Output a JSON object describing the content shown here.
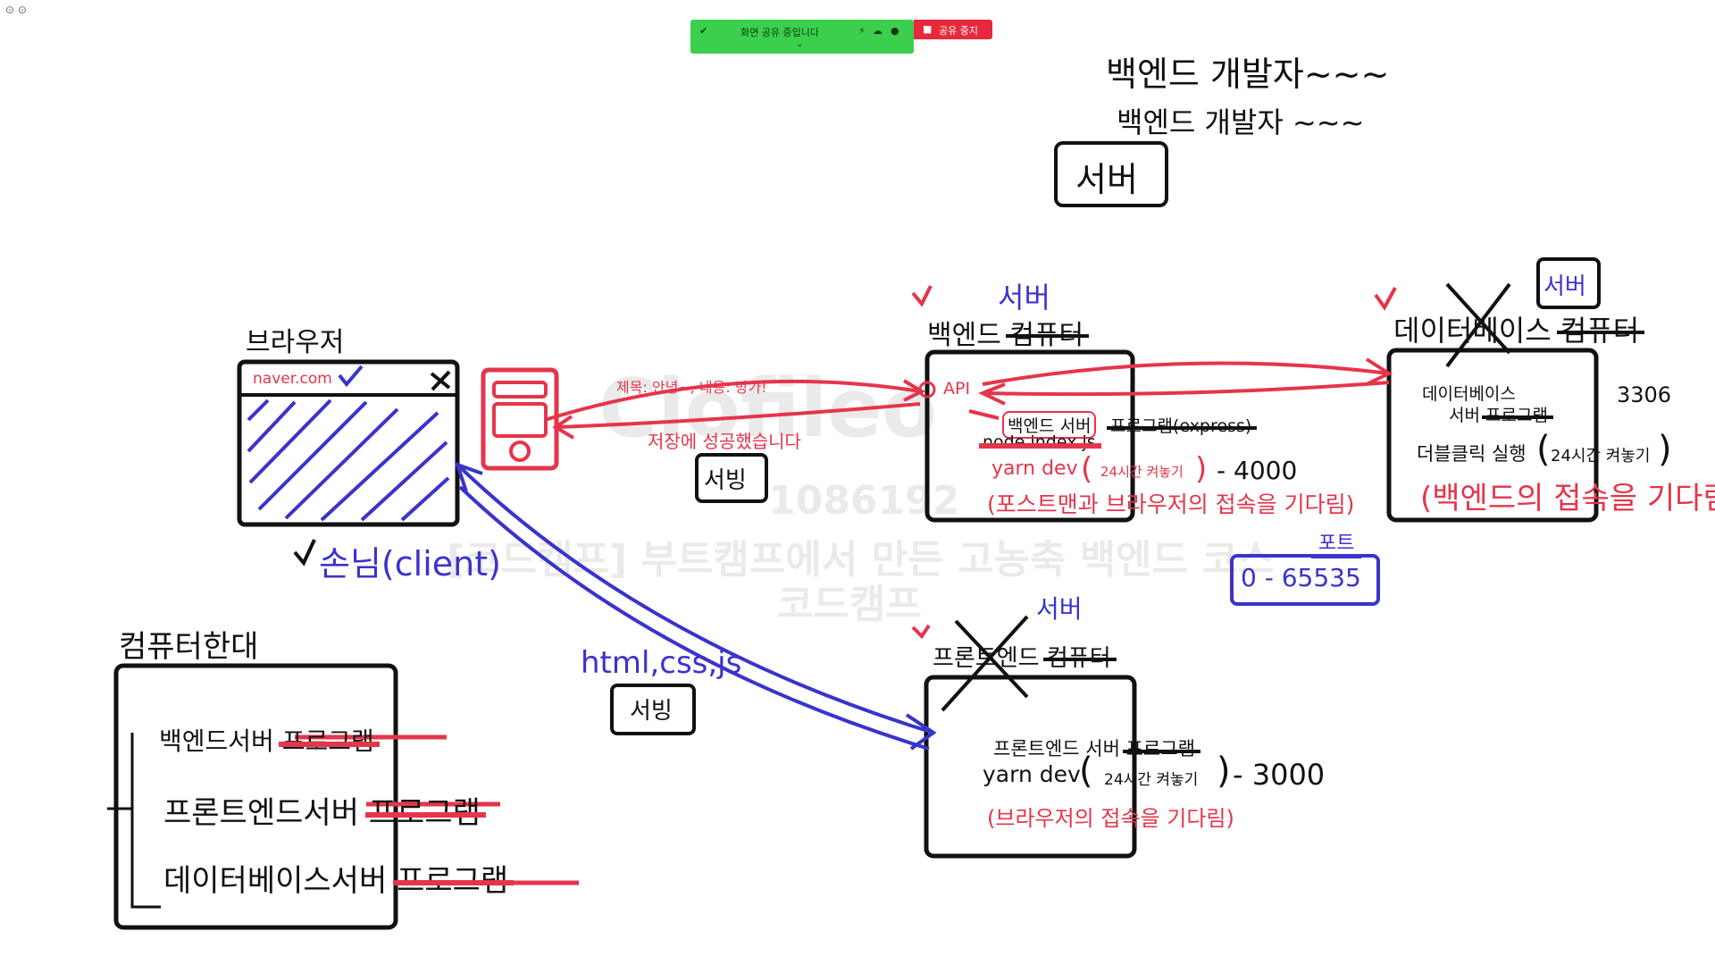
{
  "share_bar": {
    "status": "화면 공유 중입니다",
    "stop": "공유 중지"
  },
  "heading": {
    "line1": "백엔드 개발자~~~",
    "line2": "백엔드 개발자 ~~~",
    "server_box": "서버"
  },
  "browser": {
    "title": "브라우저",
    "url": "naver.com",
    "client_label": "손님(client)"
  },
  "form": {
    "request": "제목: 안녕~, 내용: 방가!",
    "response": "저장에 성공했습니다",
    "serving": "서빙"
  },
  "backend": {
    "server_label": "서버",
    "title": "백엔드",
    "title_struck": "컴퓨터",
    "api": "API",
    "program": "백엔드 서버",
    "program_struck": "프로그램(express)",
    "node_struck": "node index.js",
    "yarn": "yarn dev",
    "always_on": "24시간 켜놓기",
    "port": "- 4000",
    "waiting": "(포스트맨과 브라우저의 접속을 기다림)"
  },
  "ports": {
    "label": "포트",
    "range": "0 - 65535"
  },
  "database": {
    "server_label": "서버",
    "title": "데이터베이스",
    "title_struck": "컴퓨터",
    "line1": "데이터베이스",
    "line2": "서버",
    "line2_struck": "프로그램",
    "run": "더블클릭 실행",
    "always_on": "24시간 켜놓기",
    "port": "3306",
    "waiting": "(백엔드의 접속을 기다림)"
  },
  "frontend": {
    "server_label": "서버",
    "title": "프론트엔드",
    "title_struck": "컴퓨터",
    "program": "프론트엔드 서버",
    "program_struck": "프로그램",
    "yarn": "yarn dev",
    "always_on": "24시간 켜놓기",
    "port": "- 3000",
    "waiting": "(브라우저의 접속을 기다림)"
  },
  "transfer": {
    "files": "html,css,js",
    "serving": "서빙"
  },
  "one_computer": {
    "title": "컴퓨터한대",
    "items": [
      {
        "label": "백엔드서버",
        "struck": "프로그램"
      },
      {
        "label": "프론트엔드서버",
        "struck": "프로그램"
      },
      {
        "label": "데이터베이스서버",
        "struck": "프로그램"
      }
    ]
  },
  "watermark": {
    "code": "1086192",
    "course": "[코드캠프] 부트캠프에서 만든 고농축 백엔드 코스",
    "brand": "코드캠프"
  },
  "colors": {
    "ink_black": "#111111",
    "ink_red": "#e5354b",
    "ink_blue": "#3a33cc",
    "share_green": "#3ccf4e",
    "share_red": "#e8283c"
  }
}
